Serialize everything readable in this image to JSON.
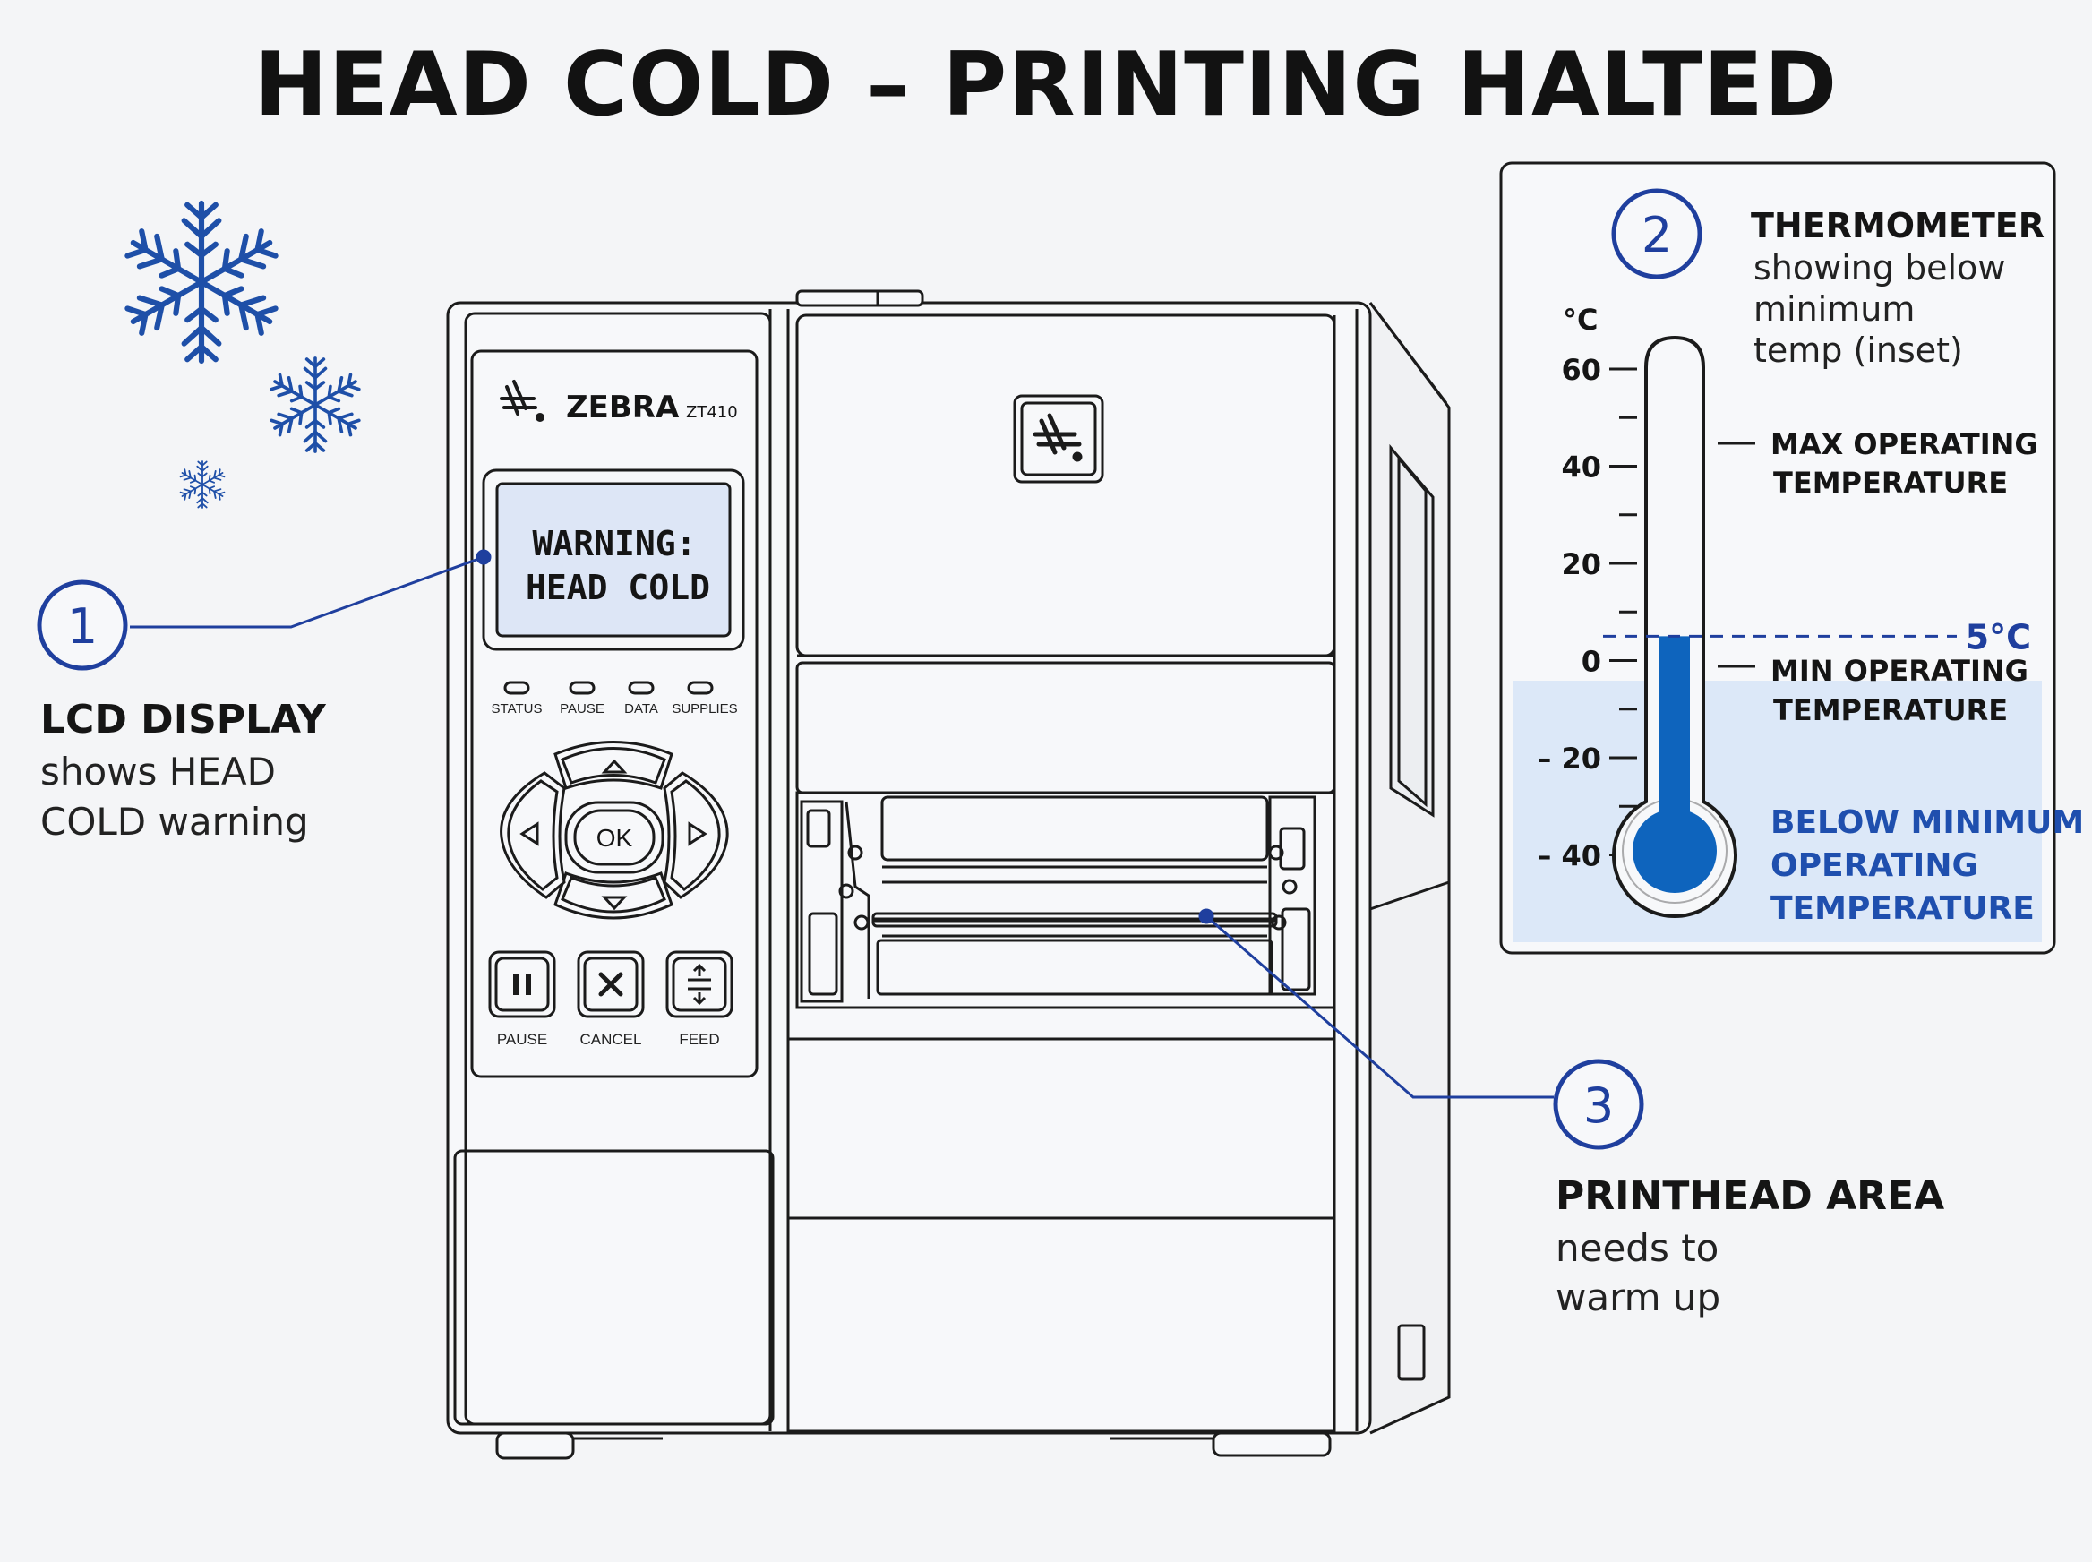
{
  "title": "HEAD COLD – PRINTING HALTED",
  "printer": {
    "brand": "ZEBRA",
    "model": "ZT410",
    "lcd_line1": "WARNING:",
    "lcd_line2": "HEAD COLD",
    "leds": [
      "STATUS",
      "PAUSE",
      "DATA",
      "SUPPLIES"
    ],
    "nav": {
      "ok": "OK"
    },
    "buttons": [
      {
        "label": "PAUSE",
        "icon": "pause-icon"
      },
      {
        "label": "CANCEL",
        "icon": "cancel-x-icon"
      },
      {
        "label": "FEED",
        "icon": "feed-icon"
      }
    ]
  },
  "callouts": {
    "c1": {
      "number": "1",
      "heading": "LCD DISPLAY",
      "line1": "shows HEAD",
      "line2": "COLD warning"
    },
    "c2": {
      "number": "2",
      "heading": "THERMOMETER",
      "line1": "showing below",
      "line2": "minimum",
      "line3": "temp (inset)"
    },
    "c3": {
      "number": "3",
      "heading": "PRINTHEAD AREA",
      "line1": "needs to",
      "line2": "warm up"
    }
  },
  "thermometer": {
    "unit": "°C",
    "ticks": [
      "60",
      "40",
      "20",
      "0",
      "– 20",
      "– 40"
    ],
    "reading": 5,
    "reading_label": "5°C",
    "max_label_1": "MAX OPERATING",
    "max_label_2": "TEMPERATURE",
    "min_label_1": "MIN OPERATING",
    "min_label_2": "TEMPERATURE",
    "below_1": "BELOW MINIMUM",
    "below_2": "OPERATING",
    "below_3": "TEMPERATURE"
  },
  "colors": {
    "accent": "#1f3f9e",
    "mercury": "#0e64bd",
    "cold_zone": "#dce8f8",
    "snow": "#1e4fa8"
  }
}
